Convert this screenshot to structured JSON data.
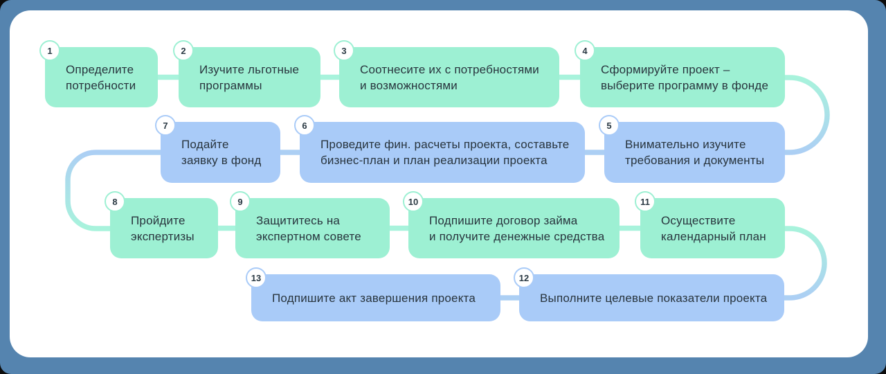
{
  "diagram": {
    "type": "flowchart-snake",
    "steps": [
      {
        "num": "1",
        "text": "Определите\nпотребности"
      },
      {
        "num": "2",
        "text": "Изучите льготные\nпрограммы"
      },
      {
        "num": "3",
        "text": "Соотнесите их с потребностями\nи возможностями"
      },
      {
        "num": "4",
        "text": "Сформируйте проект –\nвыберите программу в фонде"
      },
      {
        "num": "5",
        "text": "Внимательно изучите\nтребования и документы"
      },
      {
        "num": "6",
        "text": "Проведите фин. расчеты проекта, составьте\nбизнес-план и план реализации проекта"
      },
      {
        "num": "7",
        "text": "Подайте\nзаявку в фонд"
      },
      {
        "num": "8",
        "text": "Пройдите\nэкспертизы"
      },
      {
        "num": "9",
        "text": "Защититесь на\nэкспертном совете"
      },
      {
        "num": "10",
        "text": "Подпишите договор займа\nи получите денежные средства"
      },
      {
        "num": "11",
        "text": "Осуществите\nкалендарный план"
      },
      {
        "num": "12",
        "text": "Выполните целевые показатели проекта"
      },
      {
        "num": "13",
        "text": "Подпишите акт завершения проекта"
      }
    ],
    "colors": {
      "frame_bg": "#5584AF",
      "card_bg": "#FFFFFF",
      "step_green": "#9DF0D3",
      "step_blue": "#A9CBF8",
      "connector_green": "#A8F3DC",
      "connector_blue": "#ACCFF4",
      "text": "#28343D"
    }
  }
}
